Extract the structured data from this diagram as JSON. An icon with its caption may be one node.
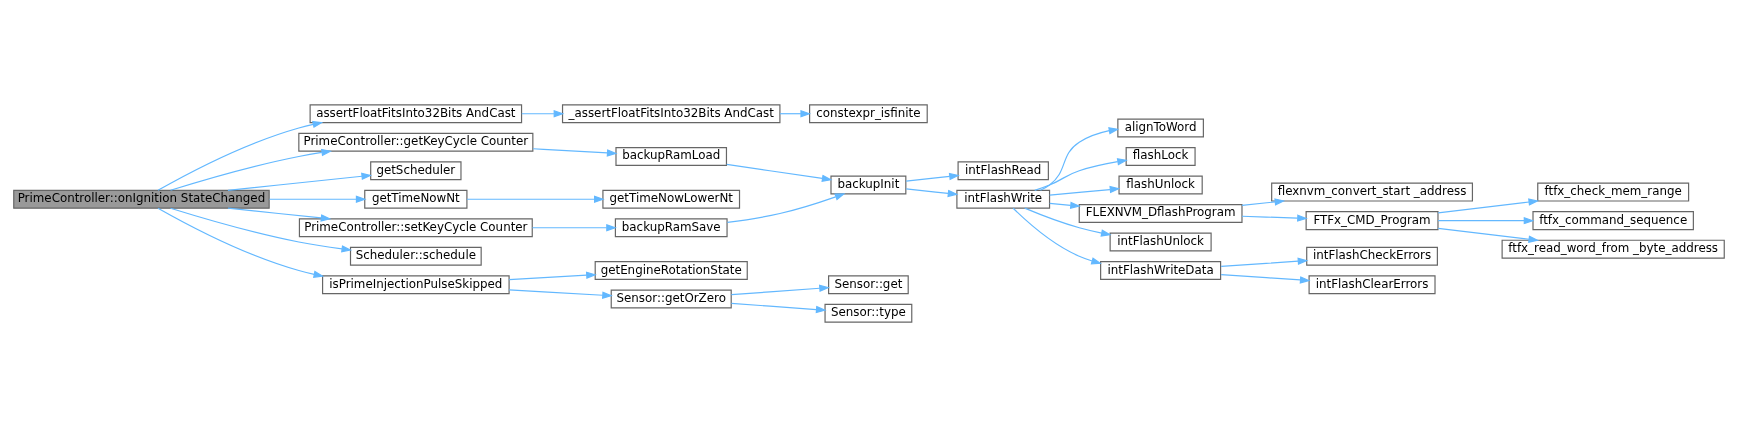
{
  "diagram": {
    "nodes": [
      {
        "text": [
          "PrimeController::onIgnition StateChanged"
        ]
      },
      {
        "text": [
          "assertFloatFitsInto32Bits AndCast"
        ]
      },
      {
        "text": [
          "PrimeController::getKeyCycle Counter"
        ]
      },
      {
        "text": [
          "getScheduler"
        ]
      },
      {
        "text": [
          "getTimeNowNt"
        ]
      },
      {
        "text": [
          "PrimeController::setKeyCycle Counter"
        ]
      },
      {
        "text": [
          "Scheduler::schedule"
        ]
      },
      {
        "text": [
          "isPrimeInjectionPulseSkipped"
        ]
      },
      {
        "text": [
          "_assertFloatFitsInto32Bits AndCast"
        ]
      },
      {
        "text": [
          "backupRamLoad"
        ]
      },
      {
        "text": [
          "getTimeNowLowerNt"
        ]
      },
      {
        "text": [
          "backupRamSave"
        ]
      },
      {
        "text": [
          "getEngineRotationState"
        ]
      },
      {
        "text": [
          "Sensor::getOrZero"
        ]
      },
      {
        "text": [
          "constexpr_isfinite"
        ]
      },
      {
        "text": [
          "backupInit"
        ]
      },
      {
        "text": [
          "Sensor::get"
        ]
      },
      {
        "text": [
          "Sensor::type"
        ]
      },
      {
        "text": [
          "intFlashRead"
        ]
      },
      {
        "text": [
          "intFlashWrite"
        ]
      },
      {
        "text": [
          "alignToWord"
        ]
      },
      {
        "text": [
          "flashLock"
        ]
      },
      {
        "text": [
          "flashUnlock"
        ]
      },
      {
        "text": [
          "FLEXNVM_DflashProgram"
        ]
      },
      {
        "text": [
          "intFlashUnlock"
        ]
      },
      {
        "text": [
          "intFlashWriteData"
        ]
      },
      {
        "text": [
          "flexnvm_convert_start _address"
        ]
      },
      {
        "text": [
          "FTFx_CMD_Program"
        ]
      },
      {
        "text": [
          "intFlashCheckErrors"
        ]
      },
      {
        "text": [
          "intFlashClearErrors"
        ]
      },
      {
        "text": [
          "ftfx_check_mem_range"
        ]
      },
      {
        "text": [
          "ftfx_command_sequence"
        ]
      },
      {
        "text": [
          "ftfx_read_word_from _byte_address"
        ]
      }
    ],
    "edges": [
      {
        "from": 0,
        "to": 1,
        "arrow": "to"
      },
      {
        "from": 0,
        "to": 2,
        "arrow": "to"
      },
      {
        "from": 0,
        "to": 3,
        "arrow": "to"
      },
      {
        "from": 0,
        "to": 4,
        "arrow": "to"
      },
      {
        "from": 0,
        "to": 5,
        "arrow": "to"
      },
      {
        "from": 0,
        "to": 6,
        "arrow": "to"
      },
      {
        "from": 0,
        "to": 7,
        "arrow": "to"
      },
      {
        "from": 1,
        "to": 8,
        "arrow": "to"
      },
      {
        "from": 8,
        "to": 14,
        "arrow": "to"
      },
      {
        "from": 2,
        "to": 9,
        "arrow": "to"
      },
      {
        "from": 9,
        "to": 15,
        "arrow": "to"
      },
      {
        "from": 4,
        "to": 10,
        "arrow": "to"
      },
      {
        "from": 5,
        "to": 11,
        "arrow": "to"
      },
      {
        "from": 11,
        "to": 15,
        "arrow": "to"
      },
      {
        "from": 7,
        "to": 12,
        "arrow": "to"
      },
      {
        "from": 7,
        "to": 13,
        "arrow": "to"
      },
      {
        "from": 13,
        "to": 16,
        "arrow": "to"
      },
      {
        "from": 13,
        "to": 17,
        "arrow": "to"
      },
      {
        "from": 15,
        "to": 18,
        "arrow": "to"
      },
      {
        "from": 15,
        "to": 19,
        "arrow": "to"
      },
      {
        "from": 19,
        "to": 20,
        "arrow": "to"
      },
      {
        "from": 19,
        "to": 21,
        "arrow": "to"
      },
      {
        "from": 19,
        "to": 22,
        "arrow": "to"
      },
      {
        "from": 19,
        "to": 23,
        "arrow": "to"
      },
      {
        "from": 19,
        "to": 24,
        "arrow": "to"
      },
      {
        "from": 19,
        "to": 25,
        "arrow": "to"
      },
      {
        "from": 23,
        "to": 26,
        "arrow": "to"
      },
      {
        "from": 23,
        "to": 27,
        "arrow": "to"
      },
      {
        "from": 27,
        "to": 30,
        "arrow": "to"
      },
      {
        "from": 27,
        "to": 31,
        "arrow": "to"
      },
      {
        "from": 27,
        "to": 32,
        "arrow": "to"
      },
      {
        "from": 25,
        "to": 28,
        "arrow": "to"
      },
      {
        "from": 25,
        "to": 29,
        "arrow": "to"
      }
    ]
  }
}
